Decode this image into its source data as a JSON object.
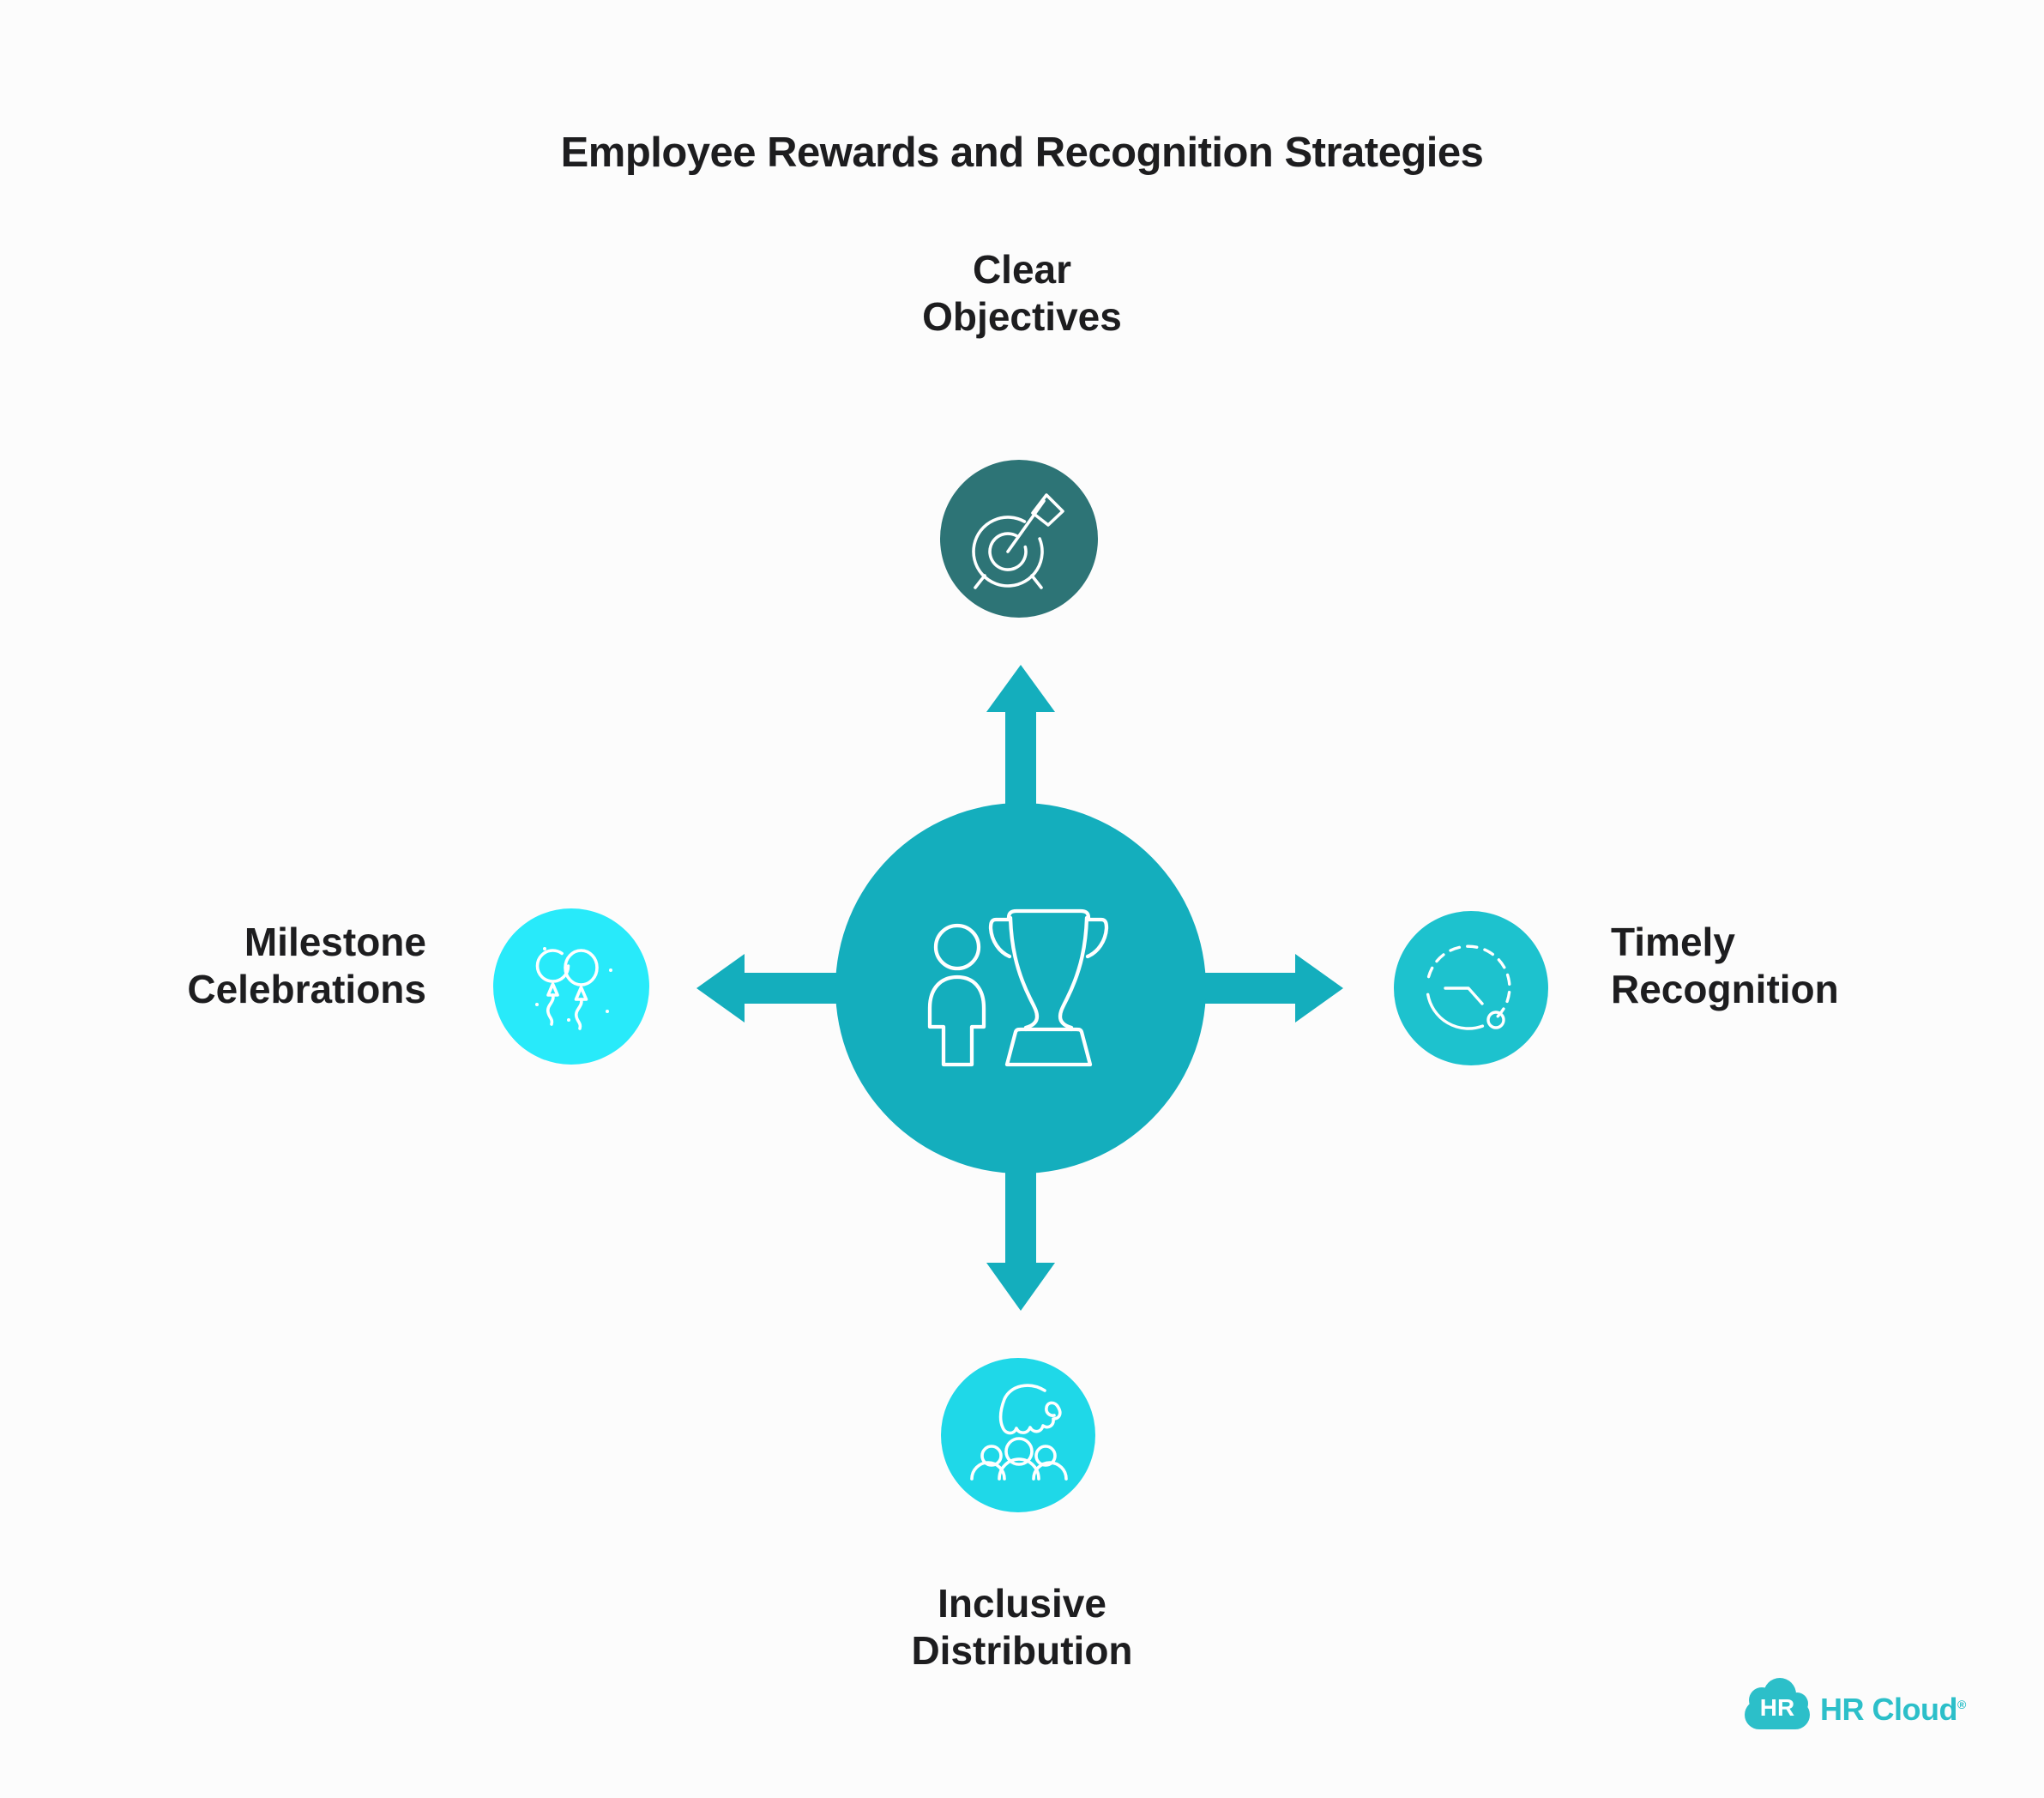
{
  "title": "Employee Rewards and Recognition Strategies",
  "center": {
    "icon": "person-with-trophy-icon"
  },
  "strategies": [
    {
      "id": "clear-objectives",
      "label": "Clear\nObjectives",
      "position": "top",
      "icon": "target-arrow-icon"
    },
    {
      "id": "timely-recognition",
      "label": "Timely\nRecognition",
      "position": "right",
      "icon": "clock-icon"
    },
    {
      "id": "inclusive-distribution",
      "label": "Inclusive\nDistribution",
      "position": "bottom",
      "icon": "hand-over-group-icon"
    },
    {
      "id": "milestone-celebrations",
      "label": "Milestone\nCelebrations",
      "position": "left",
      "icon": "balloons-icon"
    }
  ],
  "logo": {
    "badge": "HR",
    "name": "HR Cloud",
    "registered": "®"
  },
  "colors": {
    "accent": "#14AEBD",
    "top_circle": "#2D7476",
    "right_circle": "#1DC2CE",
    "bottom_circle": "#1FD8E8",
    "left_circle": "#28EAFA",
    "brand": "#2CBFC9",
    "text": "#1D1D1F",
    "background": "#FCFCFC",
    "icon_stroke": "#FFFFFF"
  }
}
